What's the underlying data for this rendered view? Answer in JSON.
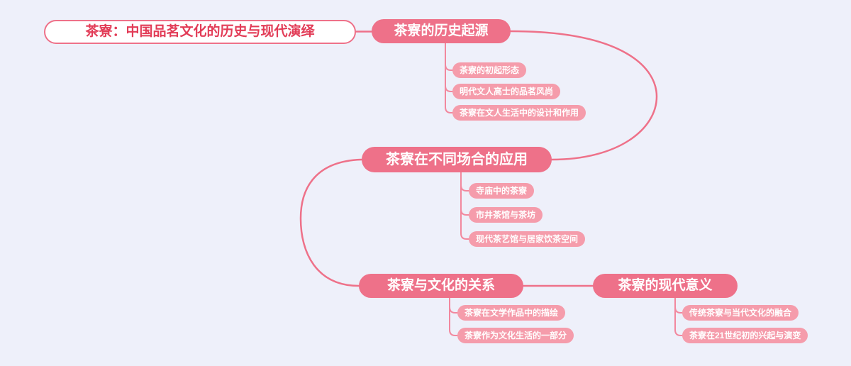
{
  "page": {
    "background_color": "#eef0fa"
  },
  "colors": {
    "branch_fill": "#ee7189",
    "child_fill": "#f59cab",
    "root_border": "#ee7189",
    "root_text": "#e23c57",
    "connector_main": "#ee7189",
    "connector_child": "#f2889e"
  },
  "mindmap": {
    "root": {
      "label": "茶寮：中国品茗文化的历史与现代演绎"
    },
    "branches": [
      {
        "label": "茶寮的历史起源",
        "children": [
          {
            "label": "茶寮的初起形态"
          },
          {
            "label": "明代文人高士的品茗风尚"
          },
          {
            "label": "茶寮在文人生活中的设计和作用"
          }
        ]
      },
      {
        "label": "茶寮在不同场合的应用",
        "children": [
          {
            "label": "寺庙中的茶寮"
          },
          {
            "label": "市井茶馆与茶坊"
          },
          {
            "label": "现代茶艺馆与居家饮茶空间"
          }
        ]
      },
      {
        "label": "茶寮与文化的关系",
        "children": [
          {
            "label": "茶寮在文学作品中的描绘"
          },
          {
            "label": "茶寮作为文化生活的一部分"
          }
        ]
      },
      {
        "label": "茶寮的现代意义",
        "children": [
          {
            "label": "传统茶寮与当代文化的融合"
          },
          {
            "label": "茶寮在21世纪初的兴起与演变"
          }
        ]
      }
    ]
  }
}
